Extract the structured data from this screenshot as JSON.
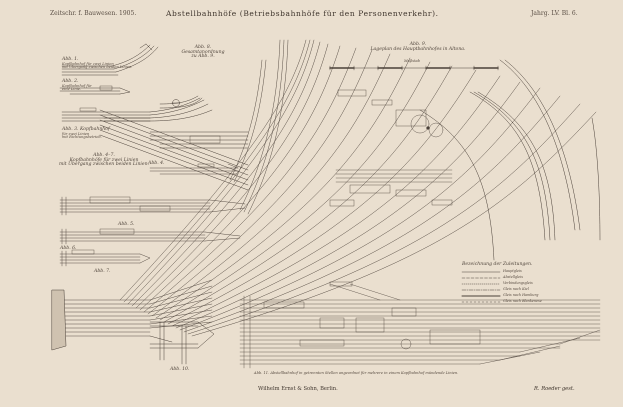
{
  "header": {
    "left": "Zeitschr. f. Bauwesen. 1905.",
    "title": "Abstellbahnhöfe (Betriebsbahnhöfe für den Personenverkehr).",
    "right": "Jahrg. LV. Bl. 6."
  },
  "captions": {
    "abb1": [
      "Abb. 1.",
      "Kopfbahnhof für zwei Linien",
      "mit Übergang zwischen beiden Linien."
    ],
    "abb2": [
      "Abb. 2.",
      "Kopfbahnhof für",
      "eine Linie."
    ],
    "abb3": [
      "Abb. 3. Kopfbahnhof",
      "für zwei Linien",
      "mit Richtungsbetrieb."
    ],
    "abb4to7": [
      "Abb. 4–7.",
      "Kopfbahnhöfe für zwei Linien",
      "mit Übergang zwischen beiden Linien."
    ],
    "abb8": [
      "Abb. 8.",
      "Gesamtanordnung",
      "zu Abb. 9."
    ],
    "abb9": [
      "Abb. 9.",
      "Lageplan des Hauptbahnhofes in Altona."
    ],
    "scale": "Maßstab",
    "abb4": "Abb. 4.",
    "abb5": "Abb. 5.",
    "abb6": "Abb. 6.",
    "abb7": "Abb. 7.",
    "abb10": "Abb. 10.",
    "abb11": "Abb. 11. Abstellbahnhof in getrennten Stellen angeordnet für mehrere in einem Kopfbahnhof mündende Linien.",
    "legend_title": "Bezeichnung der Zuleitungen."
  },
  "legend": [
    "Hauptgleis",
    "Abstellgleis",
    "Verbindungsgleis",
    "Gleis nach Kiel",
    "Gleis nach Hamburg",
    "Gleis nach Blankenese"
  ],
  "footer": {
    "printer": "Wilhelm Ernst & Sohn, Berlin.",
    "engraver": "R. Roeder gest."
  },
  "colors": {
    "paper": "#eadfcf",
    "ink": "#4a4038"
  }
}
